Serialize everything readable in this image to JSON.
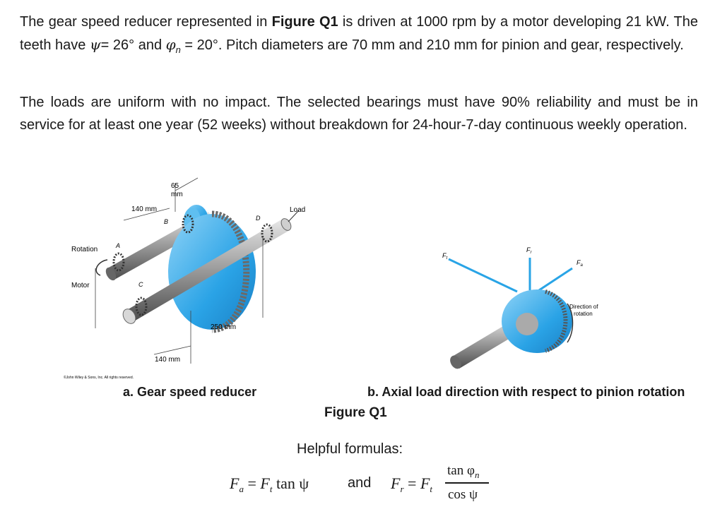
{
  "problem": {
    "p1_a": "The gear speed reducer represented in ",
    "p1_fig": "Figure Q1",
    "p1_b": " is driven at 1000 rpm by a motor developing 21 kW. The teeth have ",
    "psi": "ψ",
    "p1_c": "= 26° and ",
    "phi": "φ",
    "phi_sub": "n",
    "p1_d": " = 20°. Pitch diameters are 70 mm and 210 mm for pinion and gear, respectively.",
    "p2": "The loads are uniform with no impact. The selected bearings must have 90% reliability and must be in service for at least one year (52 weeks) without breakdown for 24-hour-7-day continuous weekly operation."
  },
  "figure_a": {
    "caption": "a. Gear speed reducer",
    "dim_65": "65",
    "dim_mm": "mm",
    "dim_140_top": "140 mm",
    "dim_250": "250 mm",
    "dim_140_bottom": "140 mm",
    "label_rotation": "Rotation",
    "label_motor": "Motor",
    "label_load": "Load",
    "label_A": "A",
    "label_B": "B",
    "label_C": "C",
    "label_D": "D",
    "copyright": "©John Wiley & Sons, Inc. All rights reserved."
  },
  "figure_b": {
    "caption": "b. Axial load direction with respect to pinion rotation",
    "label_Ft": "F",
    "label_Ft_sub": "t",
    "label_Fr": "F",
    "label_Fr_sub": "r",
    "label_Fa": "F",
    "label_Fa_sub": "a",
    "direction_line1": "Direction of",
    "direction_line2": "rotation"
  },
  "figure_title": "Figure Q1",
  "formulas": {
    "heading": "Helpful formulas:",
    "f1_lhs": "F",
    "f1_lhs_sub": "a",
    "f1_eq": " = ",
    "f1_rhs": "F",
    "f1_rhs_sub": "t",
    "f1_tan": " tan ψ",
    "and": "and",
    "f2_lhs": "F",
    "f2_lhs_sub": "r",
    "f2_eq": " = ",
    "f2_rhs": "F",
    "f2_rhs_sub": "t",
    "f2_num": "tan φ",
    "f2_num_sub": "n",
    "f2_den": "cos ψ"
  }
}
